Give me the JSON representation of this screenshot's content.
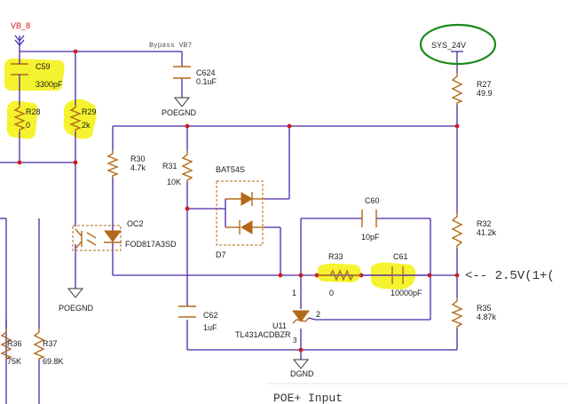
{
  "labels": {
    "vb8": "VB_8",
    "bypass": "Bypass VB?",
    "sys24": "SYS_24V",
    "c59_ref": "C59",
    "c59_val": "3300pF",
    "c624_ref": "C624",
    "c624_val": "0.1uF",
    "poegnd_top": "POEGND",
    "r28_ref": "R28",
    "r28_val": "0",
    "r29_ref": "R29",
    "r29_val": "2k",
    "r27_ref": "R27",
    "r27_val": "49.9",
    "r30_ref": "R30",
    "r30_val": "4.7k",
    "r31_ref": "R31",
    "r31_val": "10K",
    "bat_ref": "BAT54S",
    "d7_ref": "D7",
    "oc2_ref": "OC2",
    "oc2_val": "FOD817A3SD",
    "c60_ref": "C60",
    "c60_val": "10pF",
    "r32_ref": "R32",
    "r32_val": "41.2k",
    "r33_ref": "R33",
    "r33_val": "0",
    "c61_ref": "C61",
    "c61_val": "10000pF",
    "arrow_note": "<-- 2.5V(1+(",
    "r35_ref": "R35",
    "r35_val": "4.87k",
    "poegnd_bot": "POEGND",
    "c62_ref": "C62",
    "c62_val": "1uF",
    "u11_ref": "U11",
    "u11_val": "TL431ACDBZR",
    "pin1": "1",
    "pin2": "2",
    "pin3": "3",
    "dgnd": "DGND",
    "r36_ref": "R36",
    "r36_val": "75K",
    "r37_ref": "R37",
    "r37_val": "69.8K",
    "title": "POE+ Input"
  },
  "colors": {
    "wire": "#4a26a8",
    "component": "#b26a1a",
    "highlight": "#f4f21d",
    "annotation_circle": "#1a8a1a",
    "junction": "#d4191a"
  }
}
